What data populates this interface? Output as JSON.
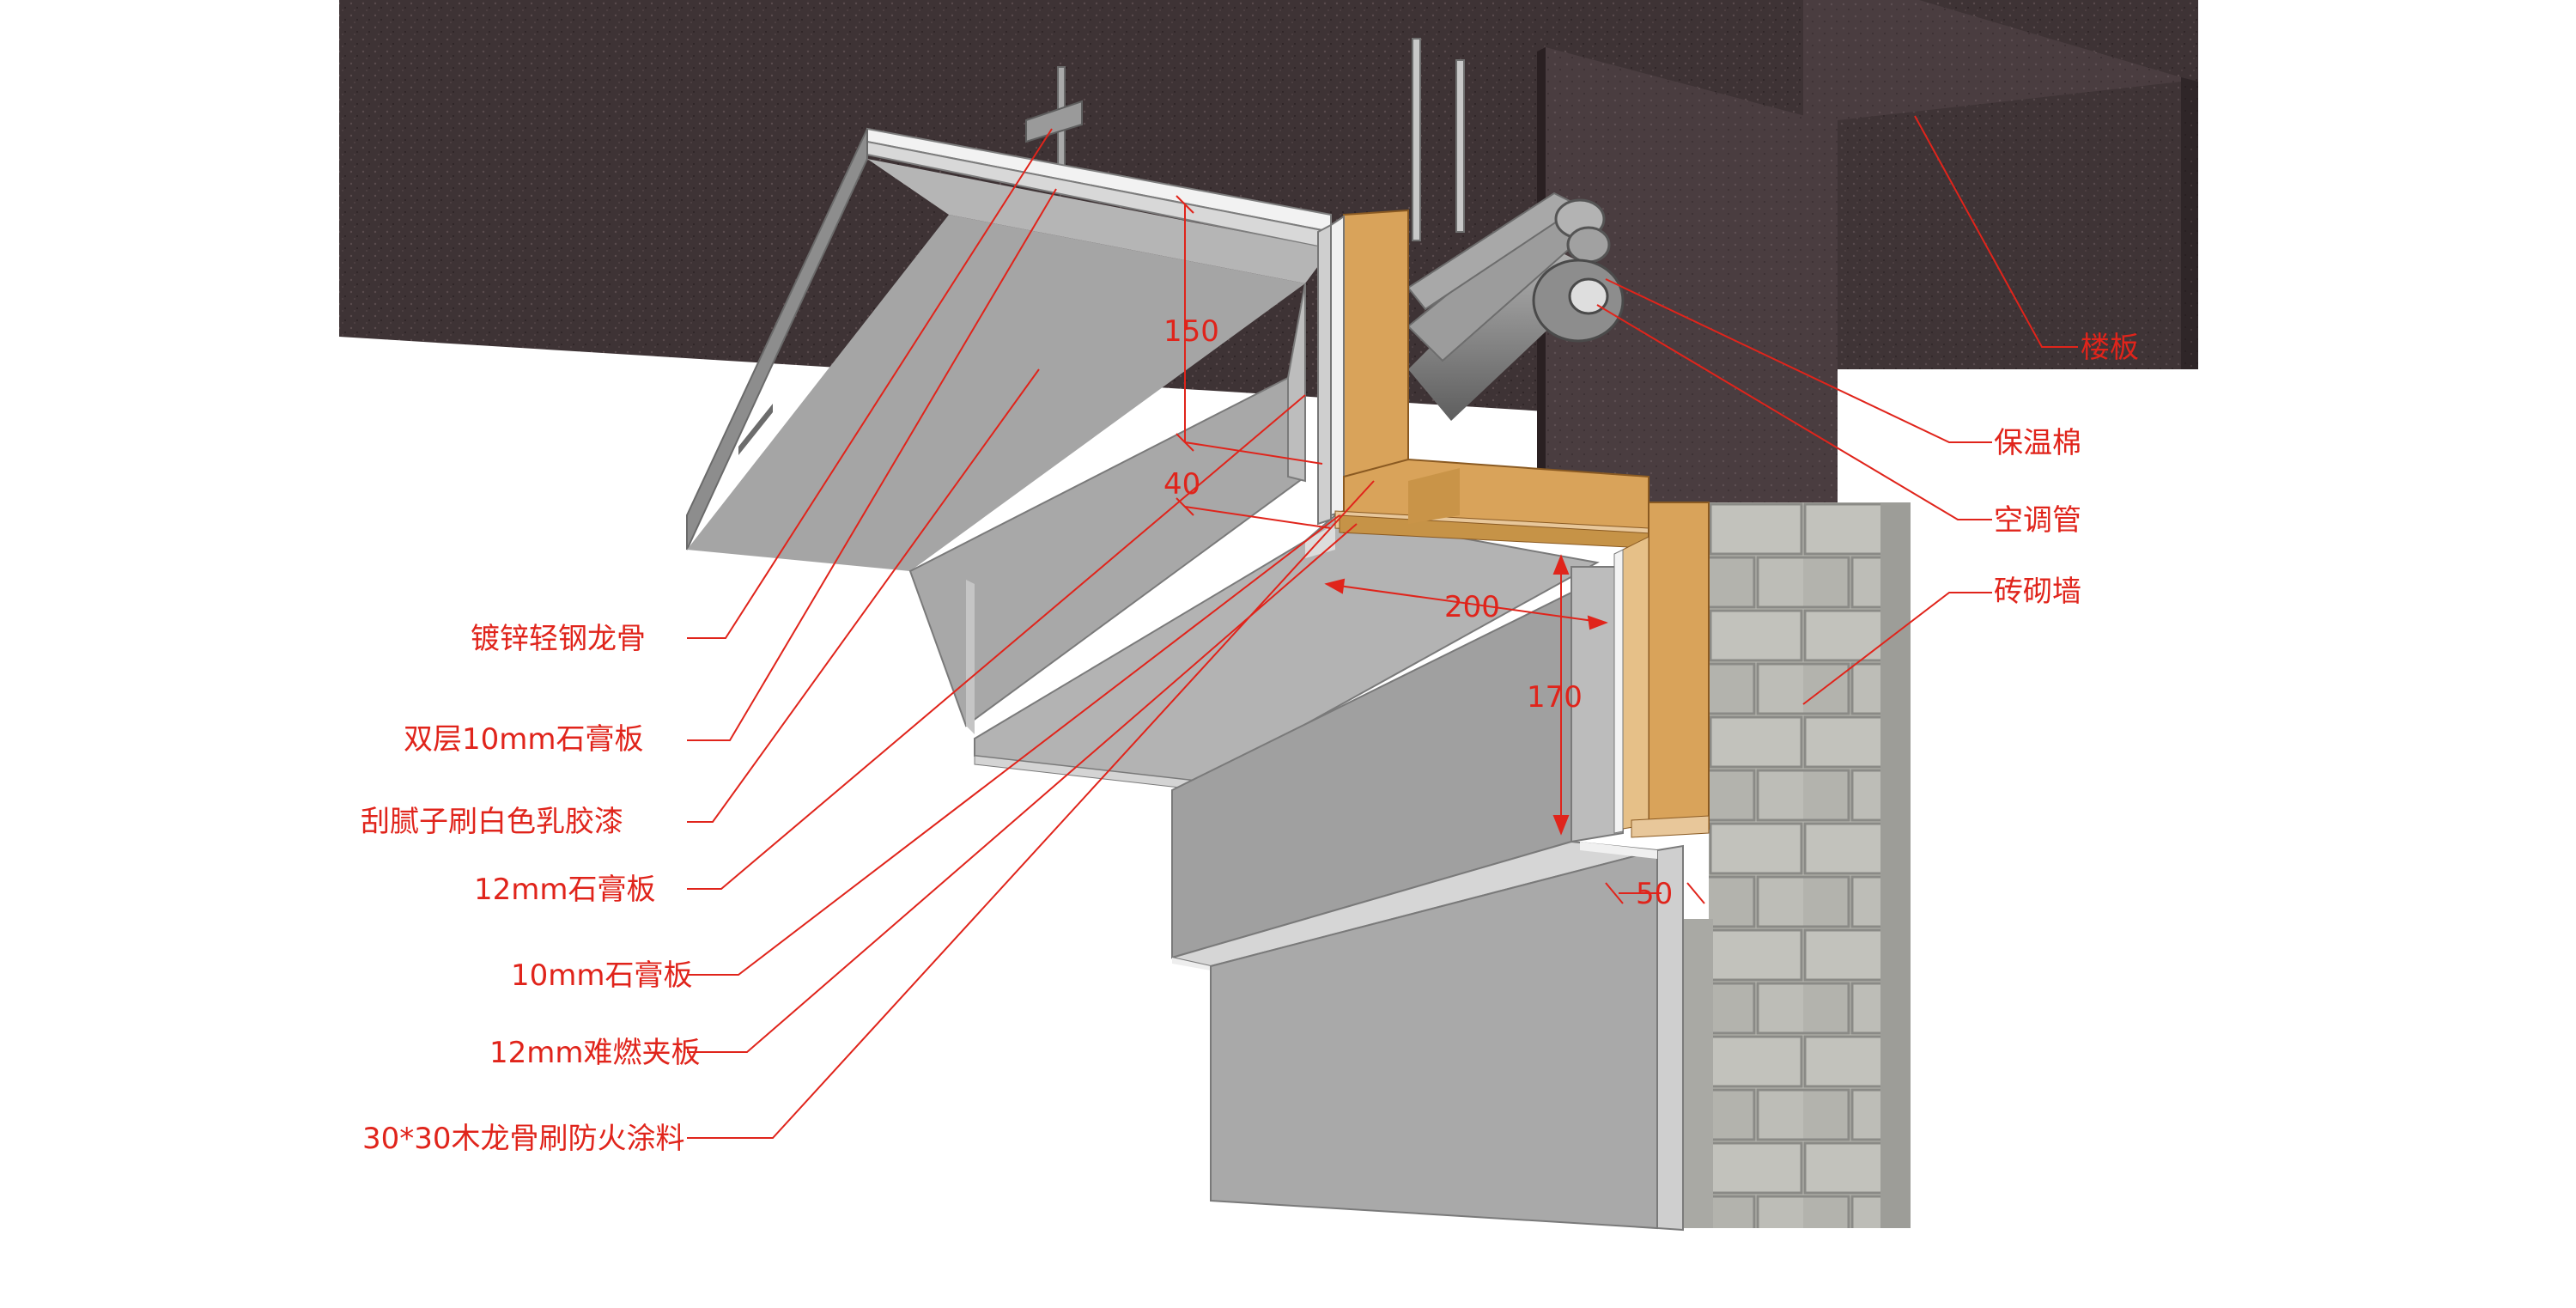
{
  "colors": {
    "label_red": "#e0241b",
    "leader_red": "#e0241b",
    "slab": "#3d3234",
    "gypsum": "#a6a6a6",
    "wood": "#d9a35a",
    "brick": "#b7b7b2",
    "pipe": "#8e8e8e"
  },
  "labels_left": [
    {
      "id": "steel-keel",
      "text": "镀锌轻钢龙骨"
    },
    {
      "id": "double-gypsum",
      "text": "双层10mm石膏板"
    },
    {
      "id": "putty-paint",
      "text": "刮腻子刷白色乳胶漆"
    },
    {
      "id": "gypsum-12",
      "text": "12mm石膏板"
    },
    {
      "id": "gypsum-10",
      "text": "10mm石膏板"
    },
    {
      "id": "plywood-12",
      "text": "12mm难燃夹板"
    },
    {
      "id": "wood-keel",
      "text": "30*30木龙骨刷防火涂料"
    }
  ],
  "labels_right": [
    {
      "id": "floor-slab",
      "text": "楼板"
    },
    {
      "id": "insulation",
      "text": "保温棉"
    },
    {
      "id": "ac-pipe",
      "text": "空调管"
    },
    {
      "id": "brick-wall",
      "text": "砖砌墙"
    }
  ],
  "dimensions": {
    "d150": "150",
    "d40": "40",
    "d200": "200",
    "d170": "170",
    "d50": "50"
  }
}
